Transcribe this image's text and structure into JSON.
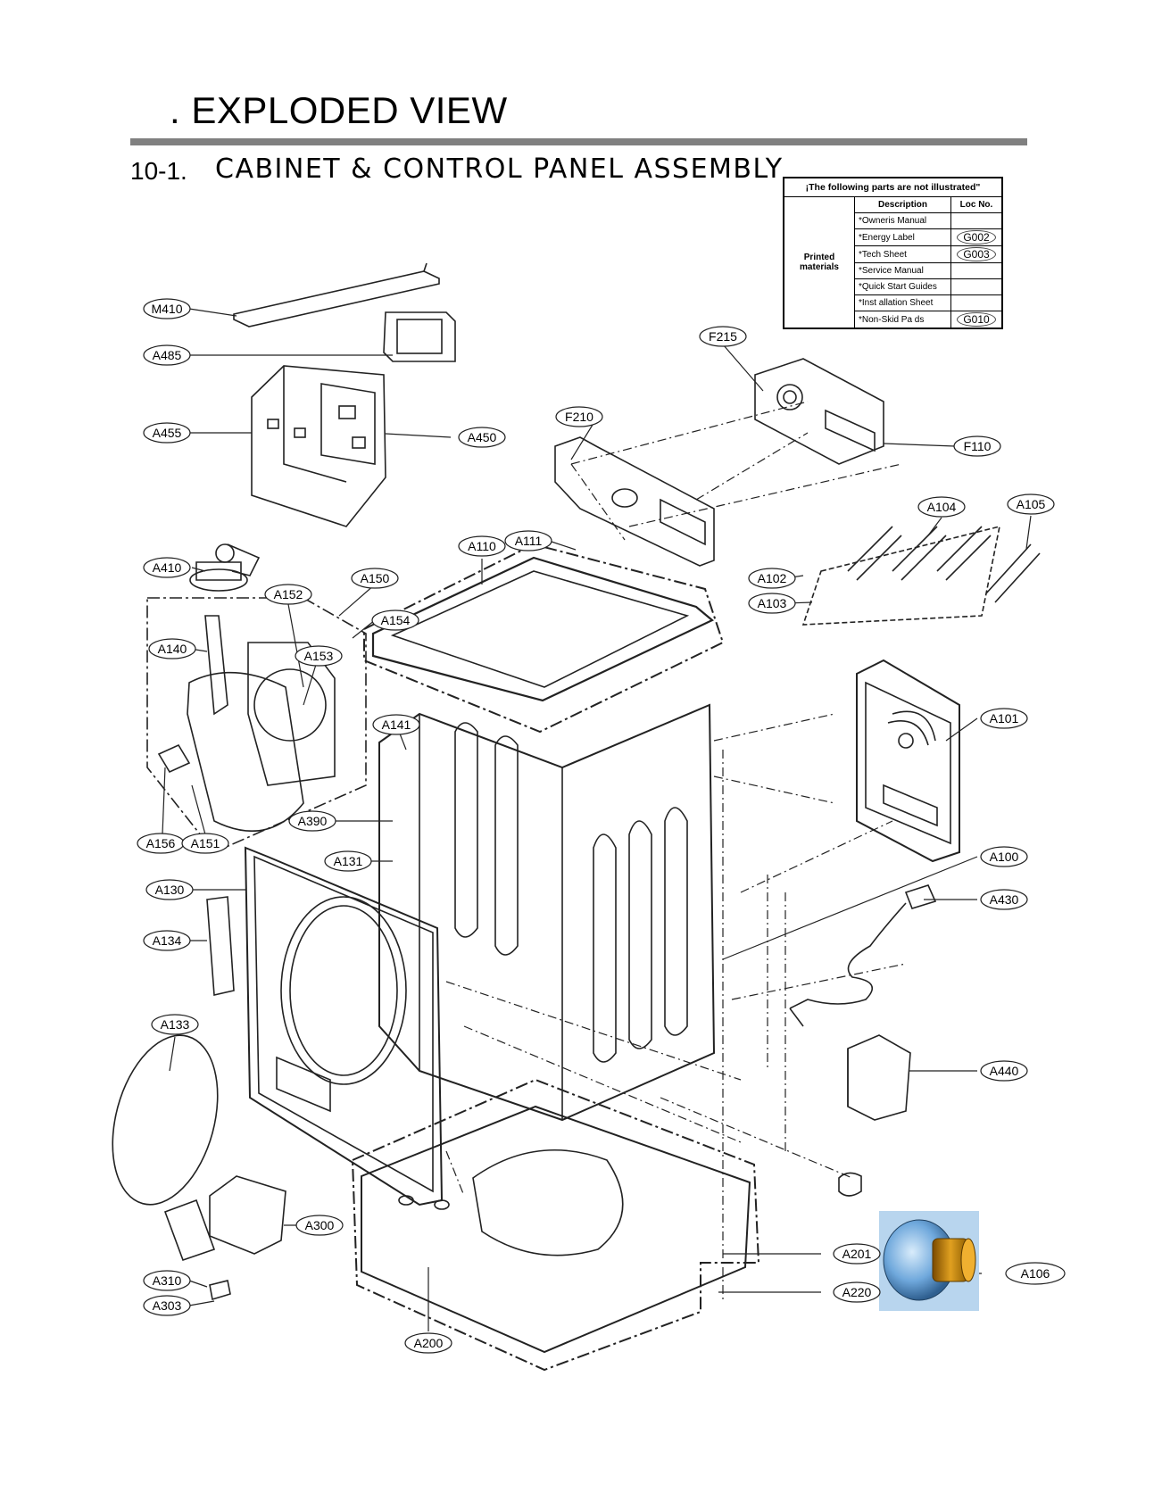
{
  "page_title": ". EXPLODED VIEW",
  "section_number": "10-1.",
  "section_title": "CABINET  & CONTROL PANEL ASSEMBLY",
  "not_illustrated": {
    "header": "¡The following parts are not illustrated\"",
    "col_description": "Description",
    "col_loc": "Loc No.",
    "group": "Printed materials",
    "rows": [
      {
        "desc": "*Owneris Manual",
        "loc": ""
      },
      {
        "desc": "*Energy Label",
        "loc": "G002"
      },
      {
        "desc": "*Tech Sheet",
        "loc": "G003"
      },
      {
        "desc": "*Service Manual",
        "loc": ""
      },
      {
        "desc": "*Quick Start Guides",
        "loc": ""
      },
      {
        "desc": "*Inst allation Sheet",
        "loc": ""
      },
      {
        "desc": "*Non-Skid Pa  ds",
        "loc": "G010"
      }
    ]
  },
  "callouts": [
    "M410",
    "A485",
    "A455",
    "A450",
    "F215",
    "F210",
    "F110",
    "A104",
    "A105",
    "A410",
    "A110",
    "A111",
    "A150",
    "A152",
    "A154",
    "A102",
    "A103",
    "A140",
    "A153",
    "A101",
    "A141",
    "A390",
    "A156",
    "A151",
    "A131",
    "A100",
    "A130",
    "A430",
    "A134",
    "A133",
    "A440",
    "A300",
    "A201",
    "A106",
    "A310",
    "A220",
    "A303",
    "A200"
  ]
}
